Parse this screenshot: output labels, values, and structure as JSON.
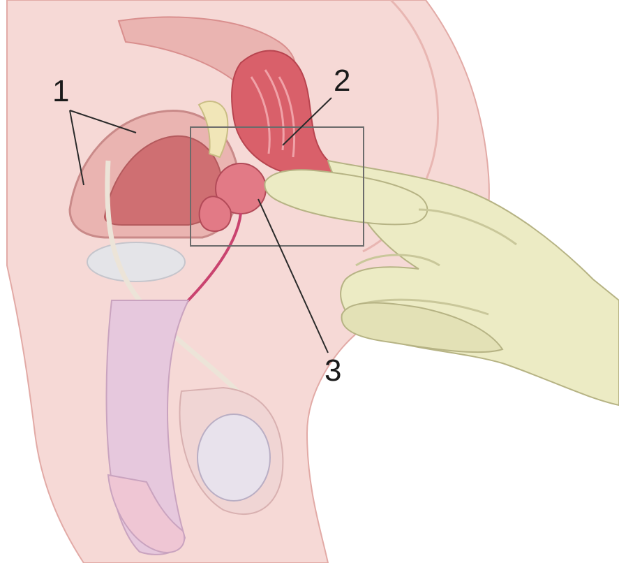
{
  "labels": {
    "label_1": "1",
    "label_2": "2",
    "label_3": "3"
  },
  "colors": {
    "skin": "#f6d9d6",
    "skin_edge": "#e2aaa6",
    "bladder_wall": "#eab4b1",
    "bladder_inner": "#cf6f72",
    "rectum": "#d9606a",
    "prostate": "#e27a86",
    "glove": "#ecebc4",
    "glove_shadow": "#c9c79a",
    "penis": "#e6c8dd",
    "testis": "#e8e2ec",
    "urethra": "#ece4d8",
    "box_stroke": "#6b6b6b",
    "leader": "#2a2a2a"
  },
  "icons": {
    "glove": "gloved-hand-icon"
  }
}
